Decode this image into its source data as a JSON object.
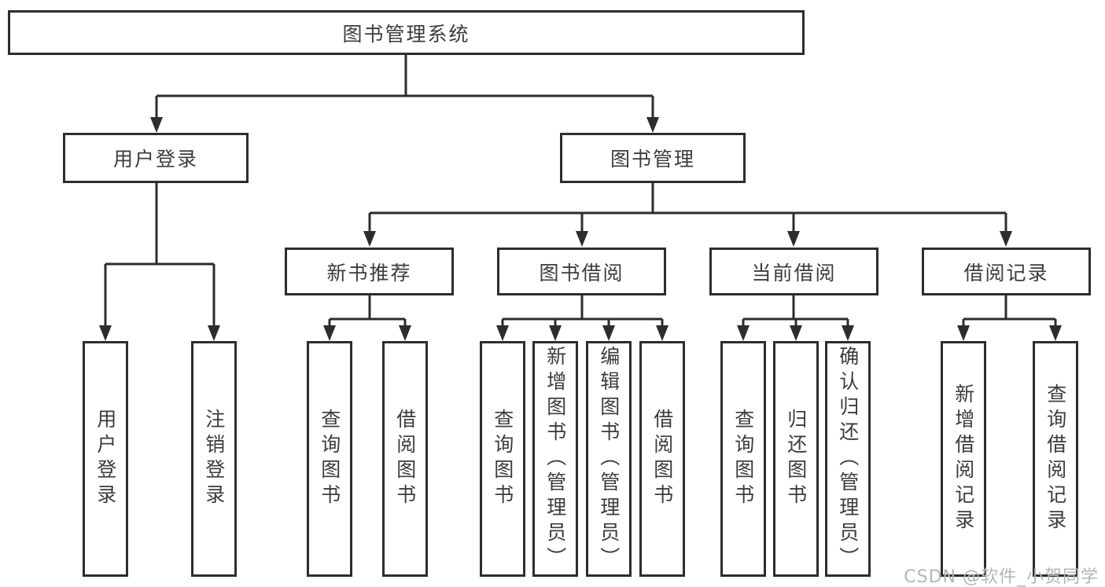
{
  "diagram_type": "hierarchy-tree",
  "tree": {
    "label": "图书管理系统",
    "children": [
      {
        "label": "用户登录",
        "children": [
          {
            "label": "用户登录"
          },
          {
            "label": "注销登录"
          }
        ]
      },
      {
        "label": "图书管理",
        "children": [
          {
            "label": "新书推荐",
            "children": [
              {
                "label": "查询图书"
              },
              {
                "label": "借阅图书"
              }
            ]
          },
          {
            "label": "图书借阅",
            "children": [
              {
                "label": "查询图书"
              },
              {
                "label": "新增图书（管理员）"
              },
              {
                "label": "编辑图书（管理员）"
              },
              {
                "label": "借阅图书"
              }
            ]
          },
          {
            "label": "当前借阅",
            "children": [
              {
                "label": "查询图书"
              },
              {
                "label": "归还图书"
              },
              {
                "label": "确认归还（管理员）"
              }
            ]
          },
          {
            "label": "借阅记录",
            "children": [
              {
                "label": "新增借阅记录"
              },
              {
                "label": "查询借阅记录"
              }
            ]
          }
        ]
      }
    ]
  },
  "watermark": {
    "text": "CSDN @软件_小贺同学"
  },
  "colors": {
    "line": "#2d2d2d",
    "box_border": "#2d2d2d",
    "text": "#3c3c3c",
    "background": "#ffffff",
    "watermark": "#b5b5b5"
  }
}
